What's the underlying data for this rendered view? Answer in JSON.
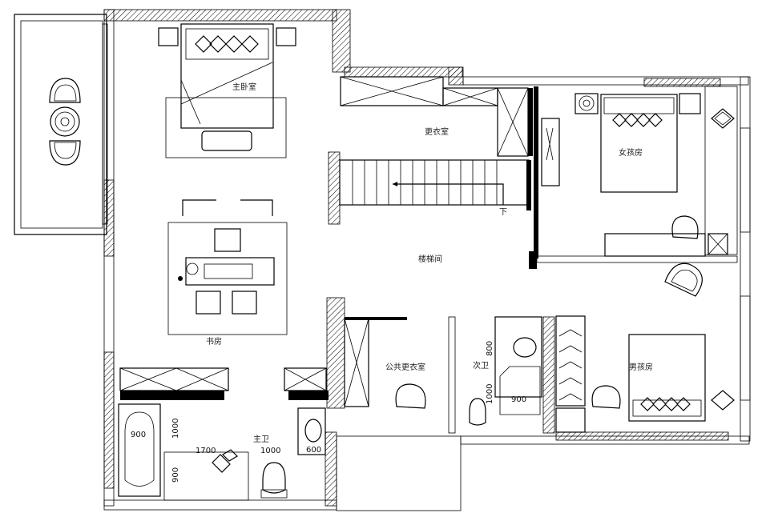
{
  "rooms": {
    "master_bedroom": "主卧室",
    "walk_in_closet": "更衣室",
    "girls_room": "女孩房",
    "stairwell": "楼梯间",
    "study": "书房",
    "public_closet": "公共更衣室",
    "guest_wc": "次卫",
    "boys_room": "男孩房",
    "master_bath": "主卫"
  },
  "stair_direction": "下",
  "dimensions": {
    "tub_width": "900",
    "tub_length": "1000",
    "shower_width": "1700",
    "shower_depth": "900",
    "wc_width": "1000",
    "basin_width": "600",
    "guest_basin_depth": "800",
    "guest_shower_depth": "1000",
    "guest_shower_width": "900"
  }
}
